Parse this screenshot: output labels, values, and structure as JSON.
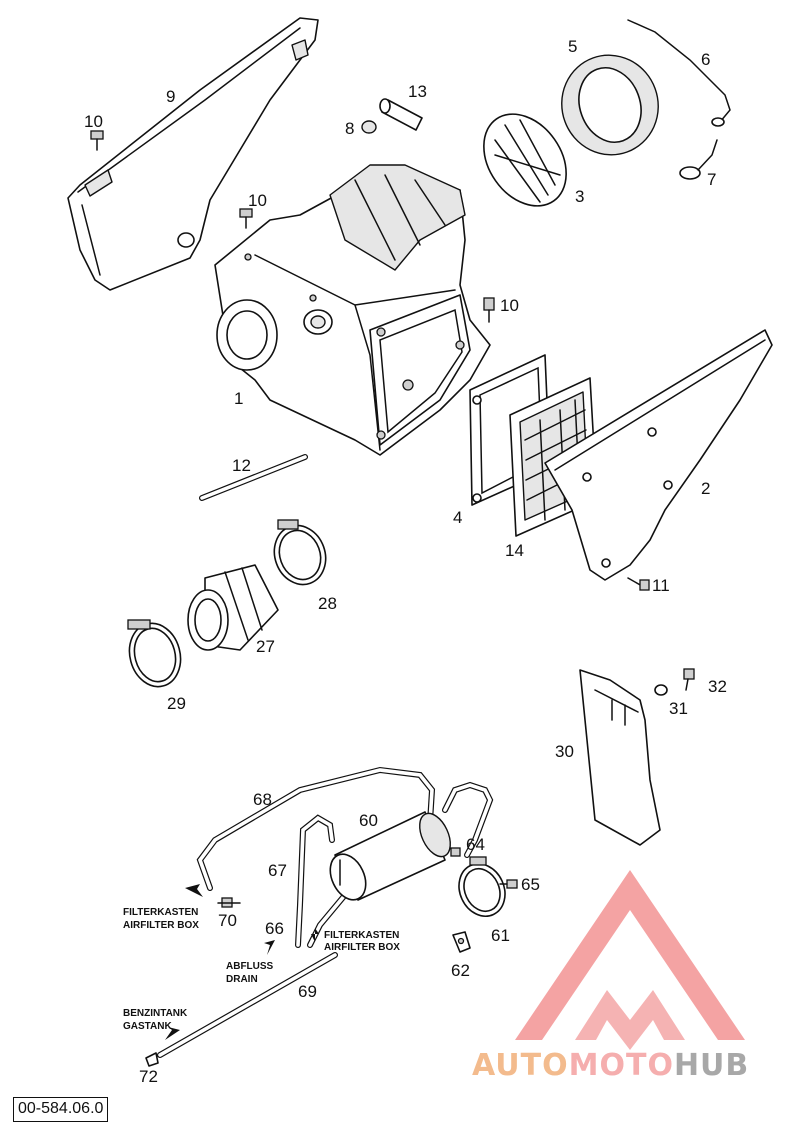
{
  "diagram": {
    "reference_code": "00-584.06.0",
    "callouts": [
      "9",
      "10",
      "13",
      "8",
      "5",
      "6",
      "7",
      "3",
      "10",
      "10",
      "1",
      "4",
      "14",
      "2",
      "11",
      "12",
      "28",
      "27",
      "29",
      "30",
      "31",
      "32",
      "68",
      "60",
      "67",
      "64",
      "65",
      "70",
      "66",
      "61",
      "62",
      "69",
      "72"
    ],
    "notes": {
      "filterkasten_left": [
        "FILTERKASTEN",
        "AIRFILTER BOX"
      ],
      "filterkasten_right": [
        "FILTERKASTEN",
        "AIRFILTER BOX"
      ],
      "abfluss": [
        "ABFLUSS",
        "DRAIN"
      ],
      "benzintank": [
        "BENZINTANK",
        "GASTANK"
      ]
    },
    "watermark": {
      "text_parts": [
        "AUTO",
        "MOTO",
        "HUB"
      ],
      "colors": {
        "auto": "#f2b07a",
        "moto": "#f4a0a0",
        "hub": "#9a9a9a",
        "triangle": "#f08080"
      }
    }
  }
}
